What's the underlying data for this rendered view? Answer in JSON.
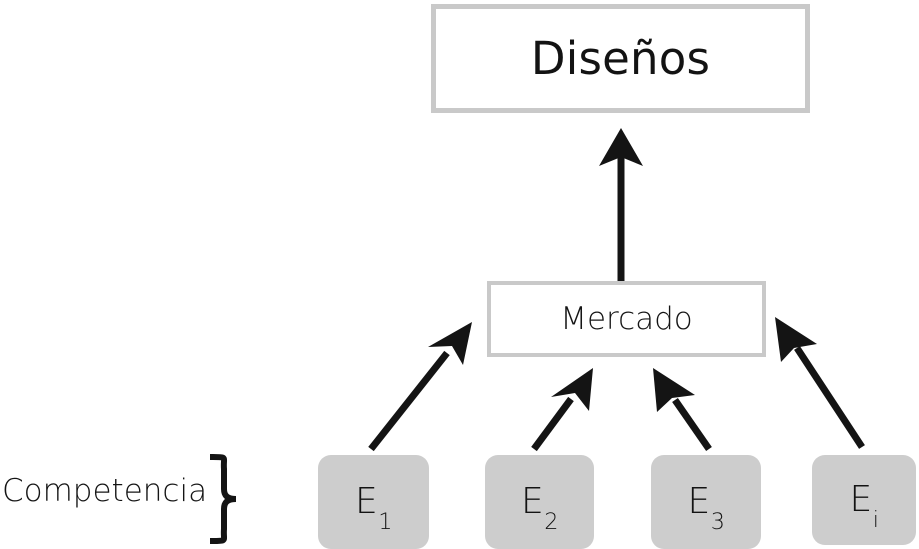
{
  "diagram": {
    "title_visible": false,
    "type": "hierarchy-flow-diagram",
    "language": "es",
    "colors": {
      "box_border_gray": "#c9c9c9",
      "leaf_fill_gray": "#cdcdcd",
      "arrow_black": "#141414",
      "text_black": "#131313",
      "background": "#ffffff"
    },
    "nodes": {
      "top": {
        "label": "Diseños",
        "shape": "rectangle-outline"
      },
      "middle": {
        "label": "Mercado",
        "shape": "rectangle-outline"
      },
      "leaves": [
        {
          "label_base": "E",
          "label_sub": "1",
          "shape": "rounded-rectangle-filled"
        },
        {
          "label_base": "E",
          "label_sub": "2",
          "shape": "rounded-rectangle-filled"
        },
        {
          "label_base": "E",
          "label_sub": "3",
          "shape": "rounded-rectangle-filled"
        },
        {
          "label_base": "E",
          "label_sub": "i",
          "shape": "rounded-rectangle-filled"
        }
      ]
    },
    "annotation": {
      "label": "Competencia",
      "bracket_glyph": "}",
      "brace_orientation": "right-facing"
    },
    "edges": [
      {
        "from": "middle",
        "to": "top",
        "style": "solid-arrow",
        "direction": "up"
      },
      {
        "from": "E1",
        "to": "middle",
        "style": "solid-arrow",
        "direction": "up-right"
      },
      {
        "from": "E2",
        "to": "middle",
        "style": "solid-arrow",
        "direction": "up-right"
      },
      {
        "from": "E3",
        "to": "middle",
        "style": "solid-arrow",
        "direction": "up-left"
      },
      {
        "from": "Ei",
        "to": "middle",
        "style": "solid-arrow",
        "direction": "up-left"
      }
    ]
  }
}
